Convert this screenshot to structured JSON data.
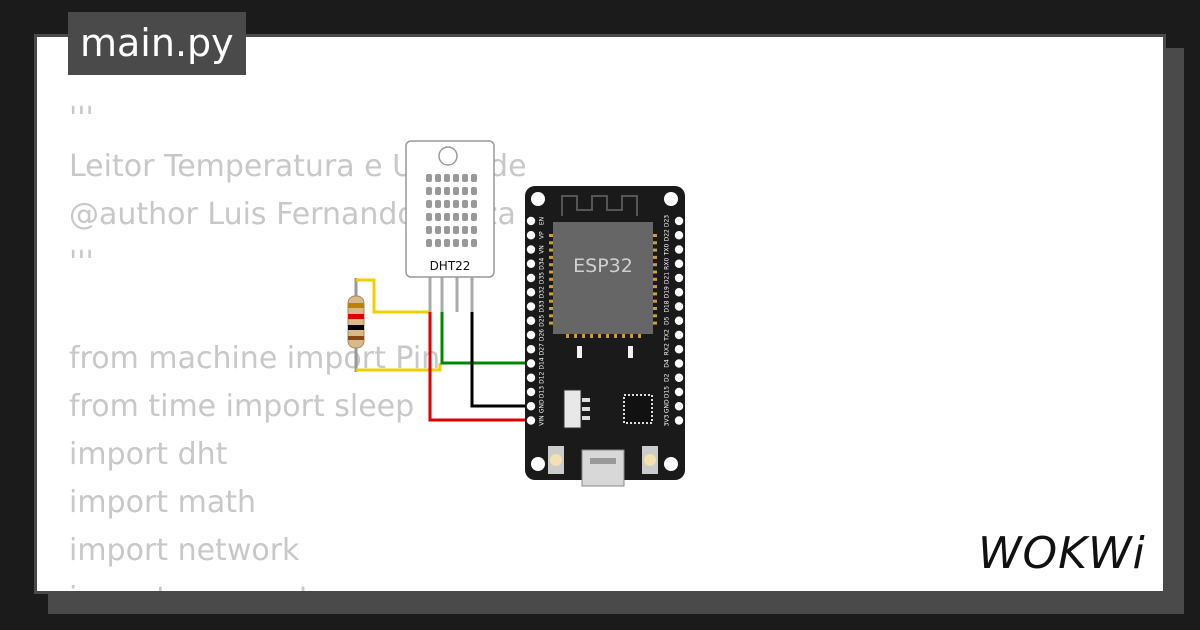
{
  "file_tab": {
    "label": "main.py"
  },
  "code_lines": [
    "'''",
    "Leitor Temperatura e Umidade",
    "@author Luis Fernando Souza",
    "'''",
    "",
    "from machine import Pin",
    "from time import sleep",
    "import dht",
    "import math",
    "import network",
    "import urequests"
  ],
  "sensor": {
    "label": "DHT22"
  },
  "board": {
    "chip_label": "ESP32",
    "left_pins": [
      "EN",
      "VP",
      "VN",
      "D34",
      "D35",
      "D32",
      "D33",
      "D25",
      "D26",
      "D27",
      "D14",
      "D12",
      "D13",
      "GND",
      "VIN"
    ],
    "right_pins": [
      "D23",
      "D22",
      "TX0",
      "RX0",
      "D21",
      "D19",
      "D18",
      "D5",
      "TX2",
      "RX2",
      "D4",
      "D2",
      "D15",
      "GND",
      "3V3"
    ]
  },
  "logo": {
    "text": "WOKWi",
    "icon": "wokwi-logo"
  },
  "colors": {
    "background": "#1b1b1b",
    "card": "#ffffff",
    "frame": "#4a4a4a",
    "code_text": "#c8c8c8",
    "wire_yellow": "#f0d000",
    "wire_green": "#008800",
    "wire_black": "#000000",
    "wire_red": "#e00000",
    "board": "#1a1a1a",
    "chip": "#666666"
  }
}
